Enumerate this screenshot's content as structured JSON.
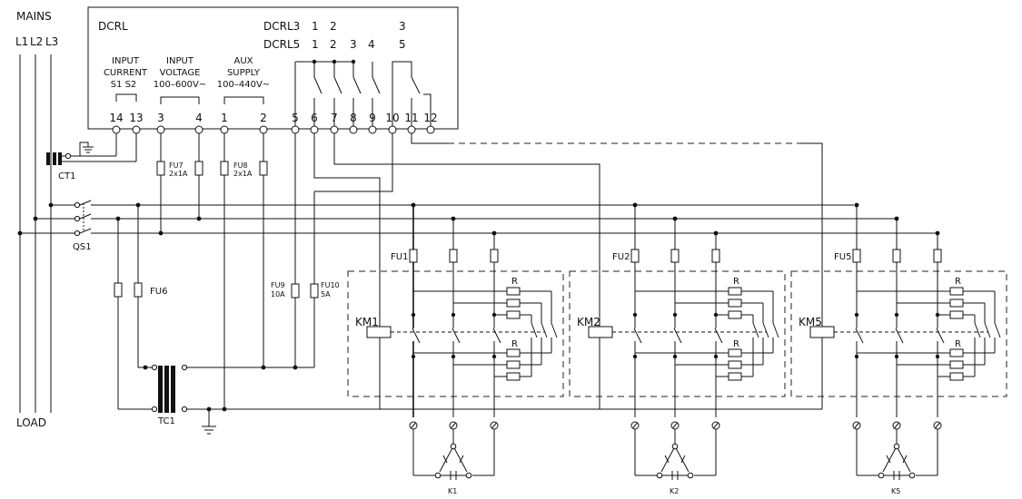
{
  "mains": {
    "title": "MAINS",
    "lines": [
      "L1",
      "L2",
      "L3"
    ],
    "load": "LOAD"
  },
  "controller": {
    "title": "DCRL",
    "dcrl3": {
      "label": "DCRL3",
      "nums": [
        "1",
        "2",
        "3"
      ]
    },
    "dcrl5": {
      "label": "DCRL5",
      "nums": [
        "1",
        "2",
        "3",
        "4",
        "5"
      ]
    },
    "groups": [
      {
        "l1": "INPUT",
        "l2": "CURRENT",
        "l3": "S1  S2"
      },
      {
        "l1": "INPUT",
        "l2": "VOLTAGE",
        "l3": "100–600V~"
      },
      {
        "l1": "AUX",
        "l2": "SUPPLY",
        "l3": "100–440V~"
      }
    ],
    "terminals": [
      "14",
      "13",
      "3",
      "4",
      "1",
      "2",
      "5",
      "6",
      "7",
      "8",
      "9",
      "10",
      "11",
      "12"
    ]
  },
  "components": {
    "ct": "CT1",
    "qs": "QS1",
    "tc": "TC1",
    "fu7": {
      "name": "FU7",
      "rating": "2x1A"
    },
    "fu8": {
      "name": "FU8",
      "rating": "2x1A"
    },
    "fu6": "FU6",
    "fu9": {
      "name": "FU9",
      "rating": "10A"
    },
    "fu10": {
      "name": "FU10",
      "rating": "5A"
    }
  },
  "modules": [
    {
      "contactor": "KM1",
      "fuse": "FU1",
      "resistor": "R",
      "cap": "K1"
    },
    {
      "contactor": "KM2",
      "fuse": "FU2",
      "resistor": "R",
      "cap": "K2"
    },
    {
      "contactor": "KM5",
      "fuse": "FU5",
      "resistor": "R",
      "cap": "K5"
    }
  ]
}
